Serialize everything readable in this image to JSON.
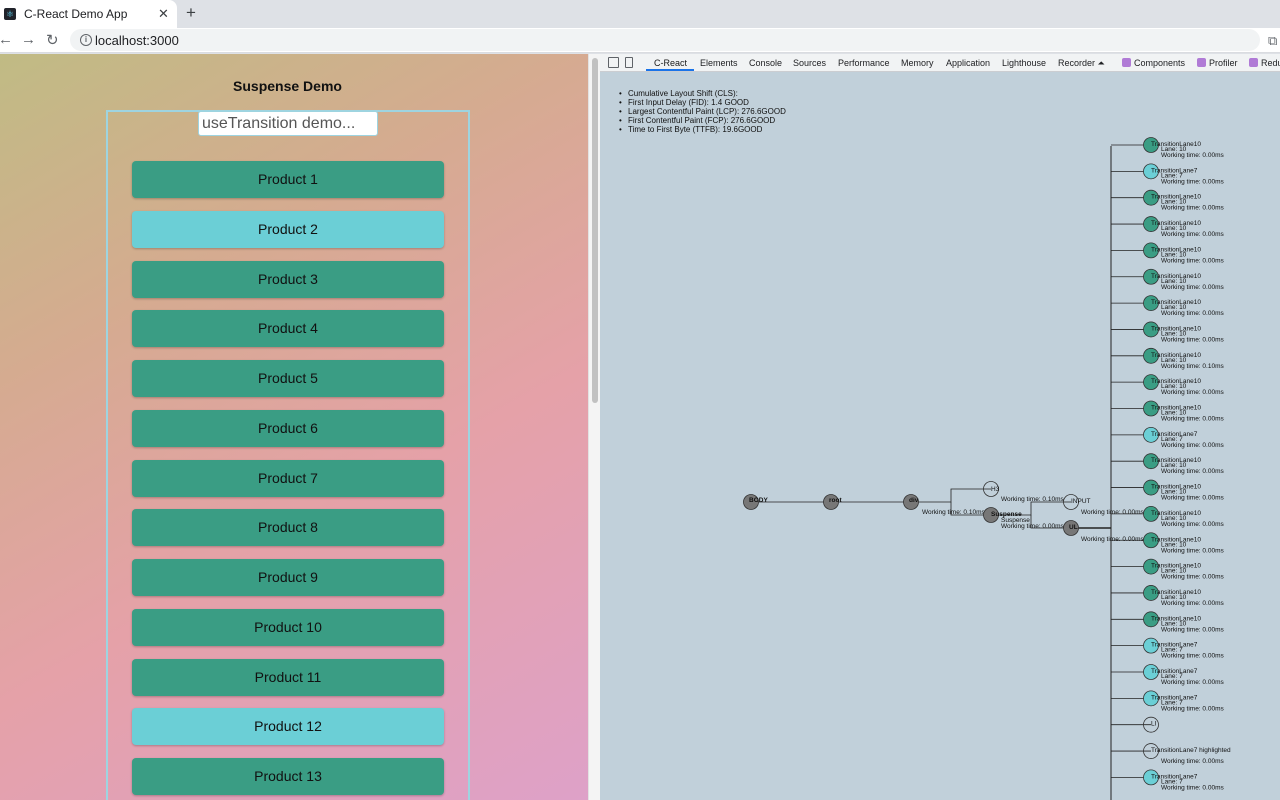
{
  "browser": {
    "tab_title": "C-React Demo App",
    "url": "localhost:3000"
  },
  "page": {
    "title": "Suspense Demo",
    "search_placeholder": "useTransition demo...",
    "products": [
      {
        "label": "Product 1",
        "highlighted": false
      },
      {
        "label": "Product 2",
        "highlighted": true
      },
      {
        "label": "Product 3",
        "highlighted": false
      },
      {
        "label": "Product 4",
        "highlighted": false
      },
      {
        "label": "Product 5",
        "highlighted": false
      },
      {
        "label": "Product 6",
        "highlighted": false
      },
      {
        "label": "Product 7",
        "highlighted": false
      },
      {
        "label": "Product 8",
        "highlighted": false
      },
      {
        "label": "Product 9",
        "highlighted": false
      },
      {
        "label": "Product 10",
        "highlighted": false
      },
      {
        "label": "Product 11",
        "highlighted": false
      },
      {
        "label": "Product 12",
        "highlighted": true
      },
      {
        "label": "Product 13",
        "highlighted": false
      }
    ]
  },
  "devtools": {
    "tabs": [
      "C-React",
      "Elements",
      "Console",
      "Sources",
      "Performance",
      "Memory",
      "Application",
      "Lighthouse",
      "Recorder ⏶",
      "Components",
      "Profiler",
      "Redux"
    ],
    "active_tab": "C-React",
    "vitals": [
      "Cumulative Layout Shift (CLS):",
      "First Input Delay (FID): 1.4 GOOD",
      "Largest Contentful Paint (LCP): 276.6GOOD",
      "First Contentful Paint (FCP): 276.6GOOD",
      "Time to First Byte (TTFB): 19.6GOOD"
    ],
    "tree": {
      "nodes": [
        {
          "label": "BODY"
        },
        {
          "label": "root"
        },
        {
          "label": "div"
        },
        {
          "label": "H3",
          "time": "Working time: 0.10ms"
        },
        {
          "label": "Suspense",
          "sublabel": "Suspense",
          "time": "Working time: 0.00ms"
        },
        {
          "label": "INPUT",
          "time": "Working time: 0.00ms"
        },
        {
          "label": "UL",
          "time": "Working time: 0.00ms"
        }
      ],
      "div_time": "Working time: 0.10ms",
      "leaves": [
        {
          "name": "TransitionLane10",
          "lane": "Lane: 10",
          "time": "Working time: 0.00ms",
          "color": "#3a9d84"
        },
        {
          "name": "TransitionLane7",
          "lane": "Lane: 7",
          "time": "Working time: 0.00ms",
          "color": "#6bcfd6"
        },
        {
          "name": "TransitionLane10",
          "lane": "Lane: 10",
          "time": "Working time: 0.00ms",
          "color": "#3a9d84"
        },
        {
          "name": "TransitionLane10",
          "lane": "Lane: 10",
          "time": "Working time: 0.00ms",
          "color": "#3a9d84"
        },
        {
          "name": "TransitionLane10",
          "lane": "Lane: 10",
          "time": "Working time: 0.00ms",
          "color": "#3a9d84"
        },
        {
          "name": "TransitionLane10",
          "lane": "Lane: 10",
          "time": "Working time: 0.00ms",
          "color": "#3a9d84"
        },
        {
          "name": "TransitionLane10",
          "lane": "Lane: 10",
          "time": "Working time: 0.00ms",
          "color": "#3a9d84"
        },
        {
          "name": "TransitionLane10",
          "lane": "Lane: 10",
          "time": "Working time: 0.00ms",
          "color": "#3a9d84"
        },
        {
          "name": "TransitionLane10",
          "lane": "Lane: 10",
          "time": "Working time: 0.10ms",
          "color": "#3a9d84"
        },
        {
          "name": "TransitionLane10",
          "lane": "Lane: 10",
          "time": "Working time: 0.00ms",
          "color": "#3a9d84"
        },
        {
          "name": "TransitionLane10",
          "lane": "Lane: 10",
          "time": "Working time: 0.00ms",
          "color": "#3a9d84"
        },
        {
          "name": "TransitionLane7",
          "lane": "Lane: 7",
          "time": "Working time: 0.00ms",
          "color": "#6bcfd6"
        },
        {
          "name": "TransitionLane10",
          "lane": "Lane: 10",
          "time": "Working time: 0.00ms",
          "color": "#3a9d84"
        },
        {
          "name": "TransitionLane10",
          "lane": "Lane: 10",
          "time": "Working time: 0.00ms",
          "color": "#3a9d84"
        },
        {
          "name": "TransitionLane10",
          "lane": "Lane: 10",
          "time": "Working time: 0.00ms",
          "color": "#3a9d84"
        },
        {
          "name": "TransitionLane10",
          "lane": "Lane: 10",
          "time": "Working time: 0.00ms",
          "color": "#3a9d84"
        },
        {
          "name": "TransitionLane10",
          "lane": "Lane: 10",
          "time": "Working time: 0.00ms",
          "color": "#3a9d84"
        },
        {
          "name": "TransitionLane10",
          "lane": "Lane: 10",
          "time": "Working time: 0.00ms",
          "color": "#3a9d84"
        },
        {
          "name": "TransitionLane10",
          "lane": "Lane: 10",
          "time": "Working time: 0.00ms",
          "color": "#3a9d84"
        },
        {
          "name": "TransitionLane7",
          "lane": "Lane: 7",
          "time": "Working time: 0.00ms",
          "color": "#6bcfd6"
        },
        {
          "name": "TransitionLane7",
          "lane": "Lane: 7",
          "time": "Working time: 0.00ms",
          "color": "#6bcfd6"
        },
        {
          "name": "TransitionLane7",
          "lane": "Lane: 7",
          "time": "Working time: 0.00ms",
          "color": "#6bcfd6"
        },
        {
          "name": "LI",
          "lane": "",
          "time": "",
          "color": "none"
        },
        {
          "name": "TransitionLane7 highlighted",
          "lane": "",
          "time": "Working time: 0.00ms",
          "color": "none"
        },
        {
          "name": "TransitionLane7",
          "lane": "Lane: 7",
          "time": "Working time: 0.00ms",
          "color": "#6bcfd6"
        }
      ]
    }
  }
}
